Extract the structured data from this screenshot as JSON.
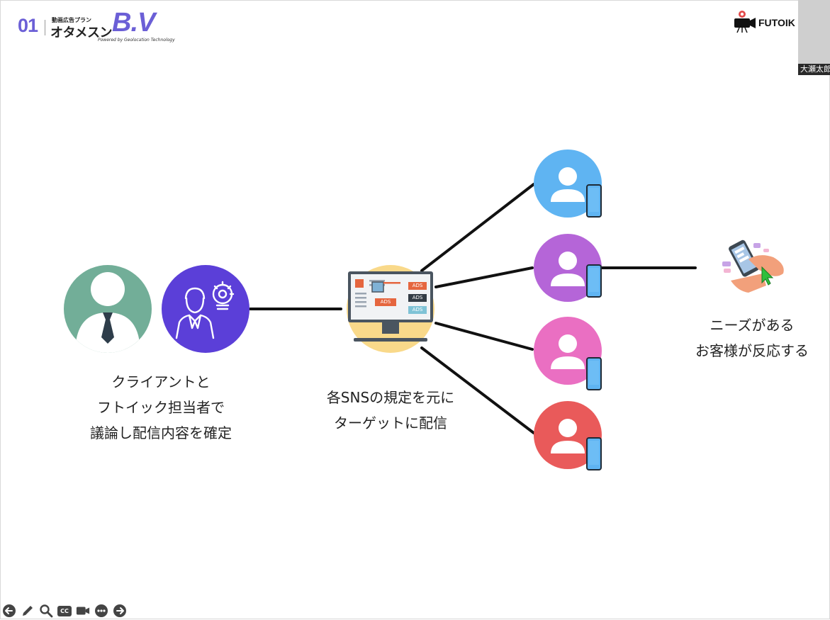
{
  "header": {
    "logo_number": "01",
    "logo_subtitle": "動画広告プラン",
    "logo_title": "オタメスン",
    "logo_brand": "B.V",
    "logo_tagline": "Powered by Geolocation Technology",
    "company_logo_text": "FUTOIK"
  },
  "participant": {
    "name": "大瀬太郎"
  },
  "diagram": {
    "client_caption": [
      "クライアントと",
      "フトイック担当者で",
      "議論し配信内容を確定"
    ],
    "center_caption": [
      "各SNSの規定を元に",
      "ターゲットに配信"
    ],
    "customer_caption": [
      "ニーズがある",
      "お客様が反応する"
    ],
    "ads_labels": [
      "ADS",
      "ADS",
      "ADS",
      "ADS"
    ],
    "user_colors": [
      "#5fb4f2",
      "#b565d8",
      "#ea6fc2",
      "#e95a5a"
    ]
  },
  "toolbar": {
    "icons": [
      "back-arrow-icon",
      "pen-icon",
      "magnifier-icon",
      "cc-icon",
      "camera-icon",
      "more-icon",
      "forward-arrow-icon"
    ],
    "cc_label": "CC"
  }
}
